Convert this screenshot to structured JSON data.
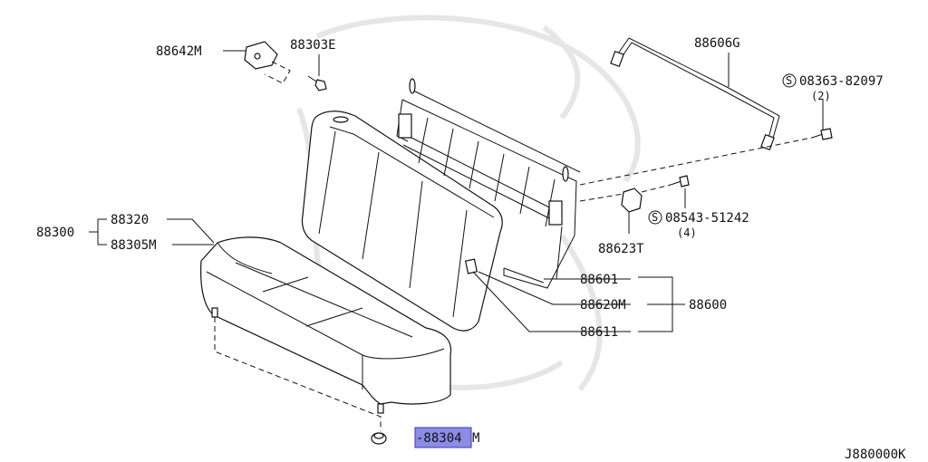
{
  "labels": {
    "p88642M": "88642M",
    "p88303E": "88303E",
    "p88606G": "88606G",
    "s08363_num": "08363-82097",
    "s08363_qty": "(2)",
    "p88300": "88300",
    "p88320": "88320",
    "p88305M": "88305M",
    "s08543_num": "08543-51242",
    "s08543_qty": "(4)",
    "p88623T": "88623T",
    "p88601": "88601",
    "p88620M": "88620M",
    "p88600": "88600",
    "p88611": "88611",
    "p88304_main": "-88304",
    "p88304_suffix": "M",
    "diagram_id": "J880000K",
    "screw_symbol": "S"
  },
  "colors": {
    "highlight": "#8c8ce6",
    "ink": "#111111",
    "watermark": "#e6e6e6"
  }
}
